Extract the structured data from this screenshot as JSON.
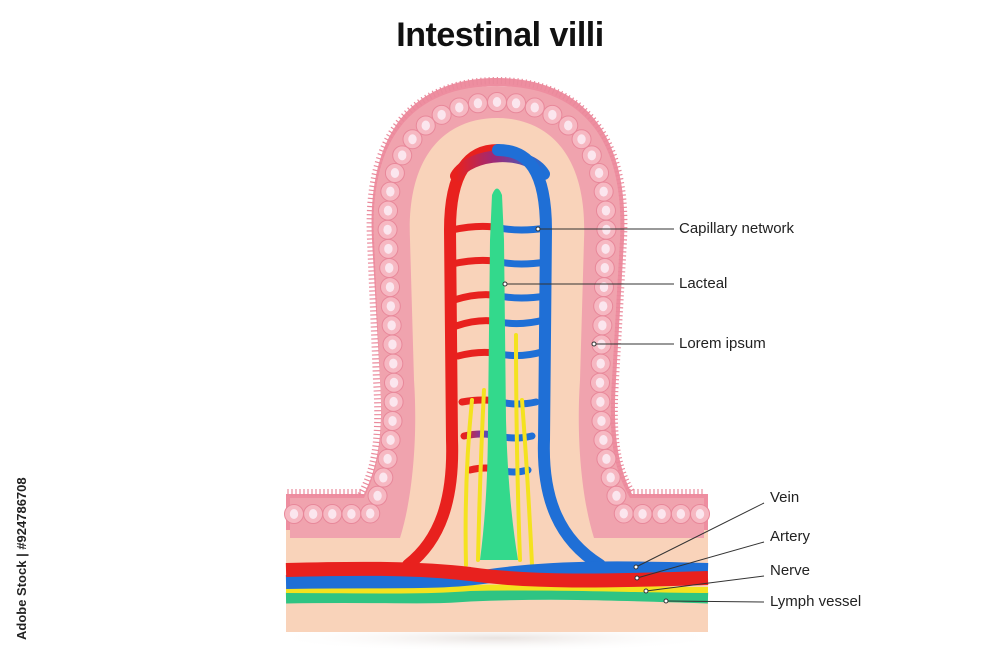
{
  "title": "Intestinal villi",
  "labels": {
    "capillary_network": "Capillary network",
    "lacteal": "Lacteal",
    "lorem_ipsum": "Lorem ipsum",
    "vein": "Vein",
    "artery": "Artery",
    "nerve": "Nerve",
    "lymph_vessel": "Lymph vessel"
  },
  "watermark": "Adobe Stock | #924786708",
  "colors": {
    "epithelium": "#f0a3ae",
    "epithelium_edge": "#e8889a",
    "nucleus": "#fbe6ee",
    "lamina_propria": "#f9d3ba",
    "artery": "#e8211e",
    "vein": "#1f6fd6",
    "lacteal": "#33d98c",
    "nerve": "#f4e21e",
    "lymph": "#2fc483"
  }
}
